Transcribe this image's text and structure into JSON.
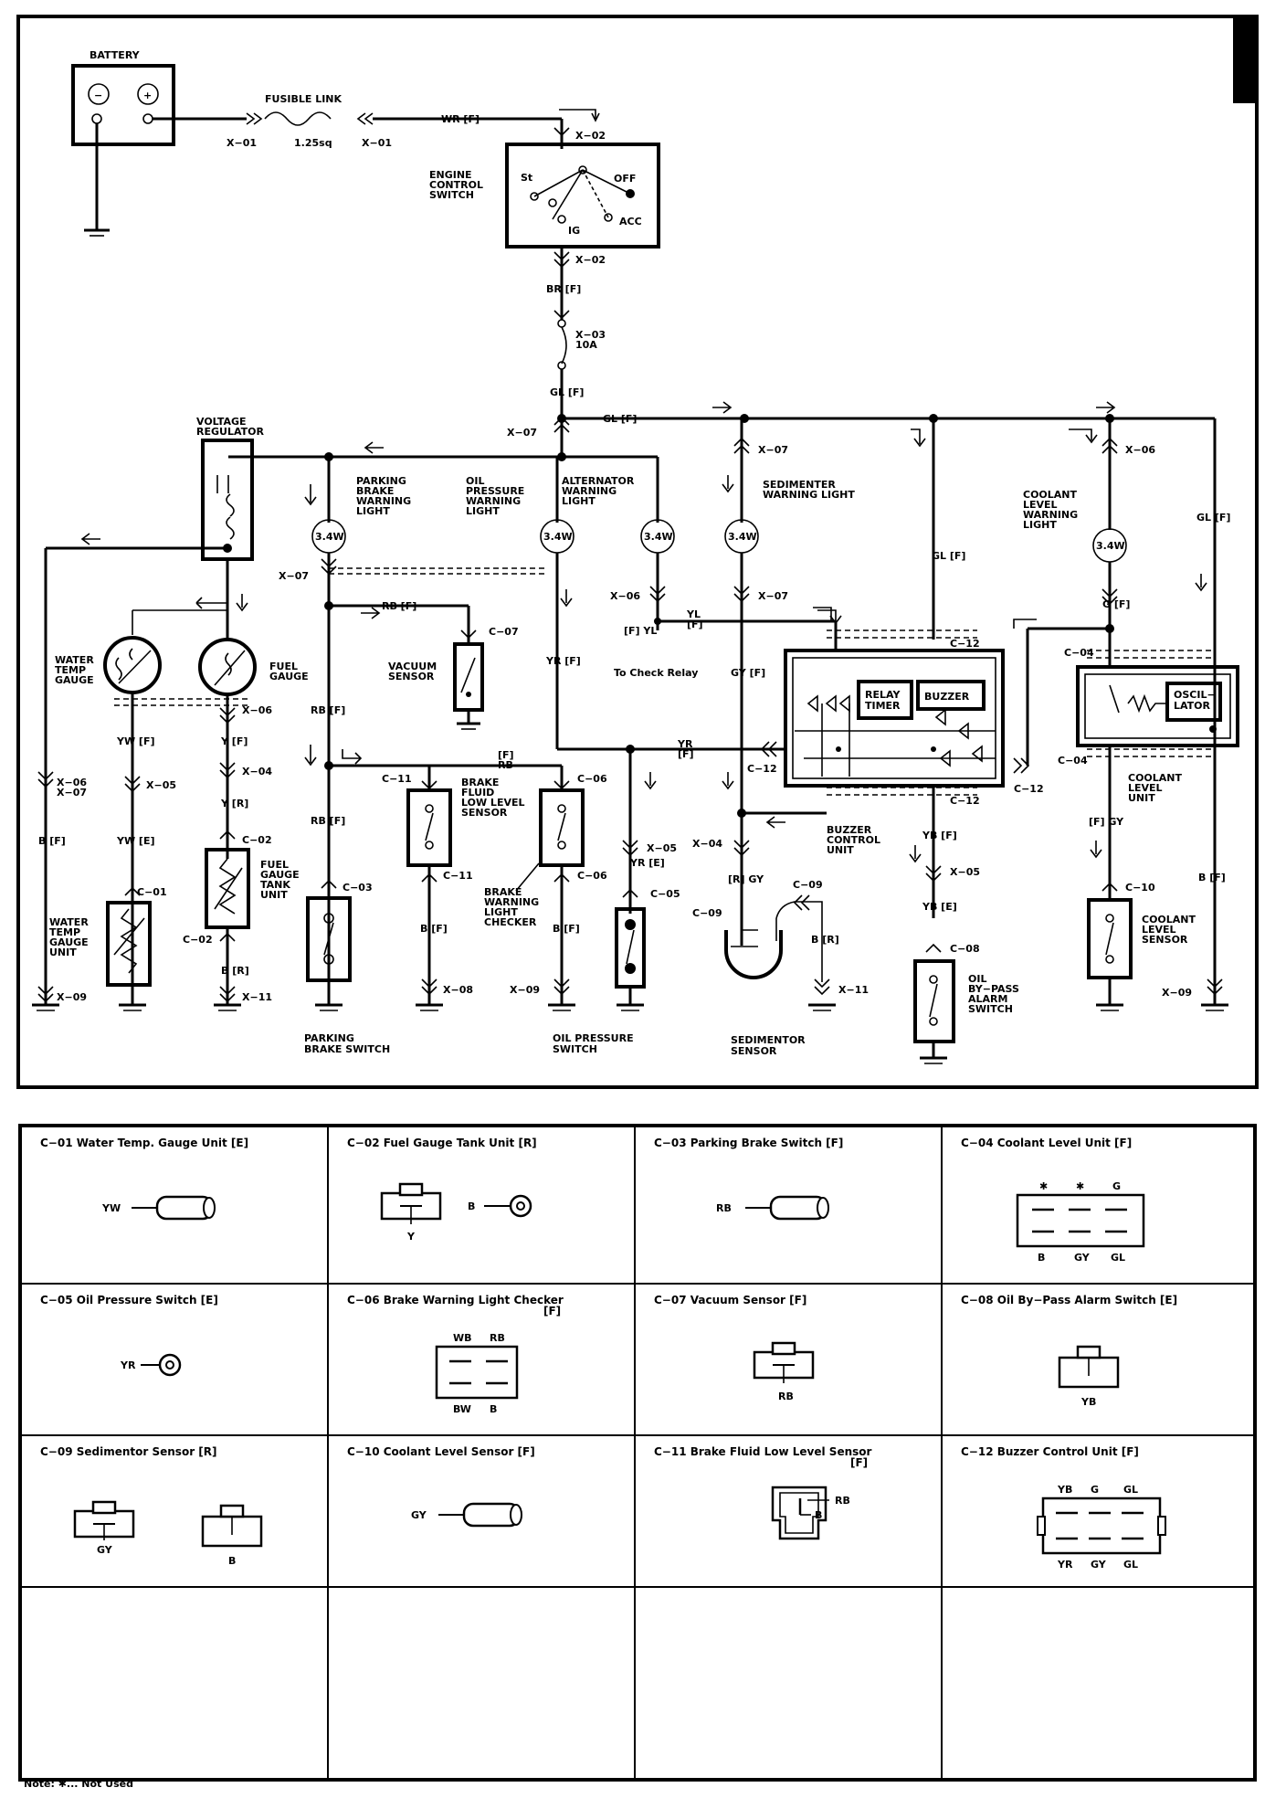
{
  "labels": {
    "battery": "BATTERY",
    "minus": "−",
    "plus": "+",
    "fusible_link": "FUSIBLE LINK",
    "x01a": "X−01",
    "wire_size": "1.25sq",
    "x01b": "X−01",
    "wr_f": "WR [F]",
    "x02_top": "X−02",
    "ecs1": "ENGINE",
    "ecs2": "CONTROL",
    "ecs3": "SWITCH",
    "st": "St",
    "off": "OFF",
    "acc": "ACC",
    "ig": "IG",
    "x02_bot": "X−02",
    "br_f": "BR [F]",
    "x03": "X−03",
    "amp10": "10A",
    "gl_f_a": "GL [F]",
    "x07_main": "X−07",
    "gl_f_b": "GL [F]",
    "vr1": "VOLTAGE",
    "vr2": "REGULATOR",
    "pb1": "PARKING",
    "pb2": "BRAKE",
    "pb3": "WARNING",
    "pb4": "LIGHT",
    "op1": "OIL",
    "op2": "PRESSURE",
    "op3": "WARNING",
    "op4": "LIGHT",
    "al1": "ALTERNATOR",
    "al2": "WARNING",
    "al3": "LIGHT",
    "sed1": "SEDIMENTER",
    "sed2": "WARNING LIGHT",
    "x07_sed": "X−07",
    "cl1": "COOLANT",
    "cl2": "LEVEL",
    "cl3": "WARNING",
    "cl4": "LIGHT",
    "x06_cl": "X−06",
    "gl_f_right": "GL [F]",
    "gl_f_mid": "GL [F]",
    "w34a": "3.4W",
    "w34b": "3.4W",
    "w34c": "3.4W",
    "w34d": "3.4W",
    "w34e": "3.4W",
    "x07_left": "X−07",
    "x06_alt": "X−06",
    "x07_sed2": "X−07",
    "g_f": "G [F]",
    "rb_f_1": "RB [F]",
    "c07": "C−07",
    "vac1": "VACUUM",
    "vac2": "SENSOR",
    "f_yl": "[F] YL",
    "yl_1": "YL",
    "yl_2": "[F]",
    "check_relay": "To Check Relay",
    "yr_f": "YR [F]",
    "gy_f": "GY [F]",
    "c12_top": "C−12",
    "c04_top": "C−04",
    "relay1": "RELAY",
    "relay2": "TIMER",
    "buzzer": "BUZZER",
    "osc1": "OSCIL−",
    "osc2": "LATOR",
    "wg1": "WATER",
    "wg2": "TEMP",
    "wg3": "GAUGE",
    "fg1": "FUEL",
    "fg2": "GAUGE",
    "x06_fg": "X−06",
    "yw_f": "YW [F]",
    "y_f": "Y [F]",
    "x04_fg": "X−04",
    "y_r": "Y [R]",
    "x06_l": "X−06",
    "x07_l": "X−07",
    "x05_l": "X−05",
    "rb_f_2": "RB [F]",
    "f_rb_1": "[F]",
    "f_rb_2": "RB",
    "yr_3": "YR",
    "yr_4": "[F]",
    "c12_mid": "C−12",
    "c12_right": "C−12",
    "c12_bot": "C−12",
    "c04_bot": "C−04",
    "clu1": "COOLANT",
    "clu2": "LEVEL",
    "clu3": "UNIT",
    "b_f_1": "B [F]",
    "yw_e": "YW [E]",
    "c02": "C−02",
    "fgt1": "FUEL",
    "fgt2": "GAUGE",
    "fgt3": "TANK",
    "fgt4": "UNIT",
    "c01": "C−01",
    "c11_a": "C−11",
    "c06_a": "C−06",
    "bf1": "BRAKE",
    "bf2": "FLUID",
    "bf3": "LOW LEVEL",
    "bf4": "SENSOR",
    "rb_f_3": "RB [F]",
    "c03": "C−03",
    "c11_b": "C−11",
    "c06_b": "C−06",
    "bwl1": "BRAKE",
    "bwl2": "WARNING",
    "bwl3": "LIGHT",
    "bwl4": "CHECKER",
    "x05_op": "X−05",
    "yr_e": "YR [E]",
    "c05": "C−05",
    "x04_sed": "X−04",
    "r_gy": "[R] GY",
    "c09_a": "C−09",
    "c09_b": "C−09",
    "b_r_sed": "B [R]",
    "bcu1": "BUZZER",
    "bcu2": "CONTROL",
    "bcu3": "UNIT",
    "yb_f": "YB [F]",
    "x05_yb": "X−05",
    "yb_e": "YB [E]",
    "c08": "C−08",
    "oba1": "OIL",
    "oba2": "BY−PASS",
    "oba3": "ALARM",
    "oba4": "SWITCH",
    "f_gy": "[F] GY",
    "c10": "C−10",
    "cls1": "COOLANT",
    "cls2": "LEVEL",
    "cls3": "SENSOR",
    "b_f_right": "B [F]",
    "wgu1": "WATER",
    "wgu2": "TEMP",
    "wgu3": "GAUGE",
    "wgu4": "UNIT",
    "c02_b": "C−02",
    "b_r_fg": "B [R]",
    "b_f_bf": "B [F]",
    "b_f_bwl": "B [F]",
    "x09_a": "X−09",
    "x11_a": "X−11",
    "x08_a": "X−08",
    "x09_b": "X−09",
    "x11_b": "X−11",
    "x09_c": "X−09",
    "pbs1": "PARKING",
    "pbs2": "BRAKE SWITCH",
    "ops1": "OIL PRESSURE",
    "ops2": "SWITCH",
    "ss1": "SEDIMENTOR",
    "ss2": "SENSOR"
  },
  "connectors": [
    {
      "title": "C−01 Water Temp. Gauge Unit [E]",
      "pins": [
        "YW"
      ]
    },
    {
      "title": "C−02 Fuel Gauge Tank Unit [R]",
      "pins": [
        "Y",
        "B"
      ]
    },
    {
      "title": "C−03 Parking Brake Switch [F]",
      "pins": [
        "RB"
      ]
    },
    {
      "title": "C−04 Coolant Level Unit [F]",
      "pins": [
        "✱",
        "✱",
        "G",
        "B",
        "GY",
        "GL"
      ]
    },
    {
      "title": "C−05 Oil Pressure Switch [E]",
      "pins": [
        "YR"
      ]
    },
    {
      "title": "C−06 Brake Warning Light Checker",
      "title2": "[F]",
      "pins": [
        "WB",
        "RB",
        "BW",
        "B"
      ]
    },
    {
      "title": "C−07 Vacuum Sensor [F]",
      "pins": [
        "RB"
      ]
    },
    {
      "title": "C−08 Oil By−Pass Alarm Switch [E]",
      "pins": [
        "YB"
      ]
    },
    {
      "title": "C−09 Sedimentor Sensor [R]",
      "pins": [
        "GY",
        "B"
      ]
    },
    {
      "title": "C−10 Coolant Level Sensor [F]",
      "pins": [
        "GY"
      ]
    },
    {
      "title": "C−11 Brake Fluid Low Level Sensor",
      "title2": "[F]",
      "pins": [
        "RB",
        "B"
      ]
    },
    {
      "title": "C−12 Buzzer Control Unit [F]",
      "pins": [
        "YB",
        "G",
        "GL",
        "YR",
        "GY",
        "GL"
      ]
    }
  ],
  "note": "Note: ✱... Not Used"
}
